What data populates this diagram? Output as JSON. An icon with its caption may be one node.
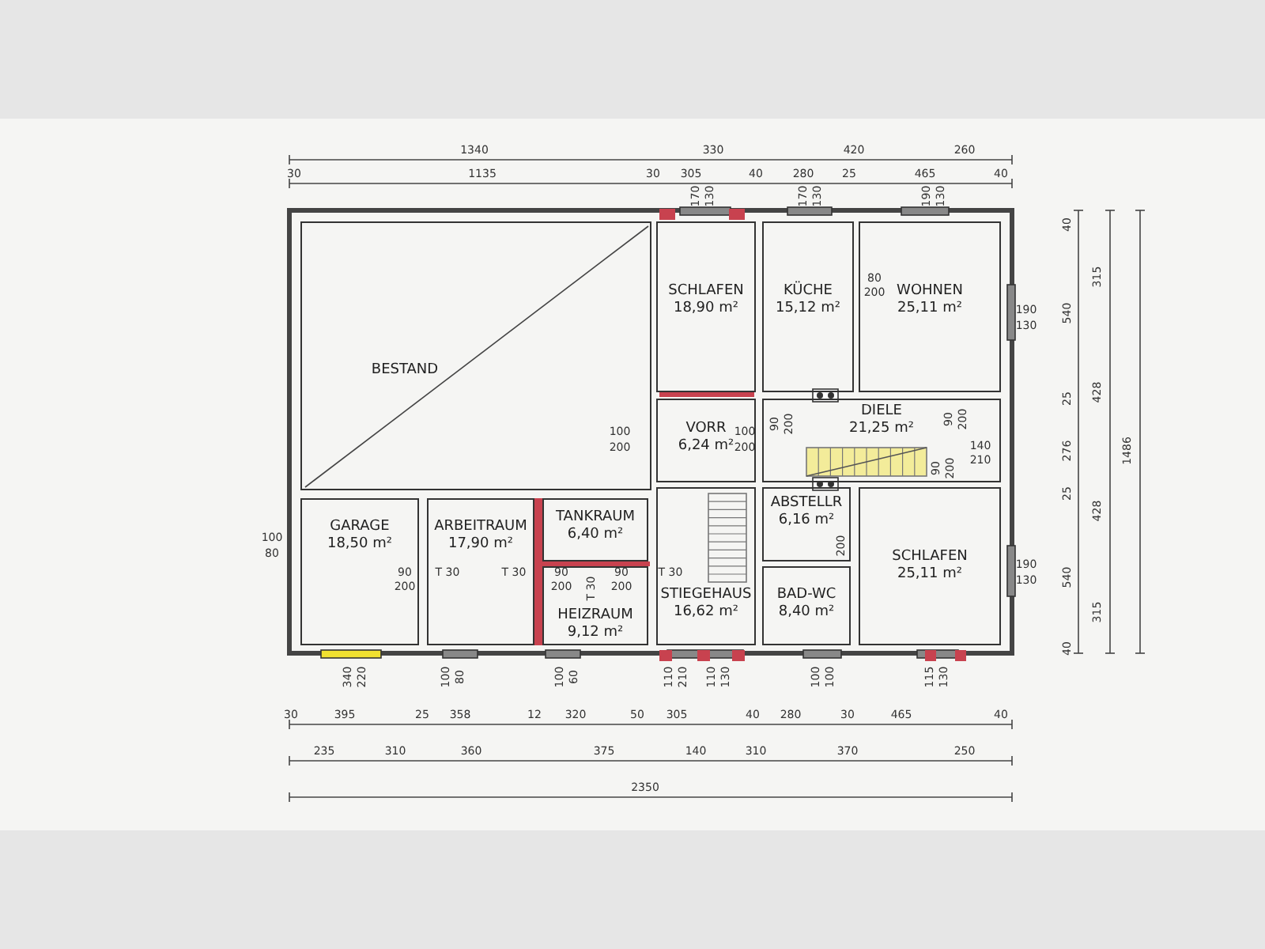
{
  "diagram": {
    "nodes": [
      {
        "text": [
          "BESTAND"
        ]
      },
      {
        "text": [
          "SCHLAFEN",
          "18,90 m²"
        ]
      },
      {
        "text": [
          "KÜCHE",
          "15,12 m²"
        ]
      },
      {
        "text": [
          "WOHNEN",
          "25,11 m²"
        ]
      },
      {
        "text": [
          "VORR",
          "6,24 m²"
        ]
      },
      {
        "text": [
          "DIELE",
          "21,25 m²"
        ]
      },
      {
        "text": [
          "GARAGE",
          "18,50 m²"
        ]
      },
      {
        "text": [
          "ARBEITRAUM",
          "17,90 m²"
        ]
      },
      {
        "text": [
          "TANKRAUM",
          "6,40 m²"
        ]
      },
      {
        "text": [
          "HEIZRAUM",
          "9,12 m²"
        ]
      },
      {
        "text": [
          "STIEGEHAUS",
          "16,62 m²"
        ]
      },
      {
        "text": [
          "ABSTELLR",
          "6,16 m²"
        ]
      },
      {
        "text": [
          "SCHLAFEN",
          "25,11 m²"
        ]
      },
      {
        "text": [
          "BAD-WC",
          "8,40 m²"
        ]
      }
    ],
    "edges": [],
    "labels": [
      "1340",
      "330",
      "420",
      "260",
      "30",
      "1135",
      "30",
      "305",
      "40",
      "280",
      "25",
      "465",
      "40",
      "170",
      "130",
      "170",
      "130",
      "190",
      "130",
      "80",
      "200",
      "190",
      "130",
      "100",
      "200",
      "100",
      "200",
      "90",
      "200",
      "90",
      "200",
      "140",
      "210",
      "90",
      "200",
      "100",
      "80",
      "90",
      "200",
      "T 30",
      "T 30",
      "90",
      "200",
      "T 30",
      "90",
      "200",
      "T 30",
      "200",
      "190",
      "130",
      "340",
      "220",
      "100",
      "80",
      "100",
      "60",
      "110",
      "210",
      "110",
      "130",
      "100",
      "100",
      "115",
      "130",
      "30",
      "395",
      "25",
      "358",
      "12",
      "320",
      "50",
      "305",
      "40",
      "280",
      "30",
      "465",
      "40",
      "235",
      "310",
      "360",
      "375",
      "140",
      "310",
      "370",
      "250",
      "2350",
      "40",
      "540",
      "25",
      "276",
      "25",
      "540",
      "40",
      "315",
      "428",
      "428",
      "315",
      "1486"
    ]
  }
}
